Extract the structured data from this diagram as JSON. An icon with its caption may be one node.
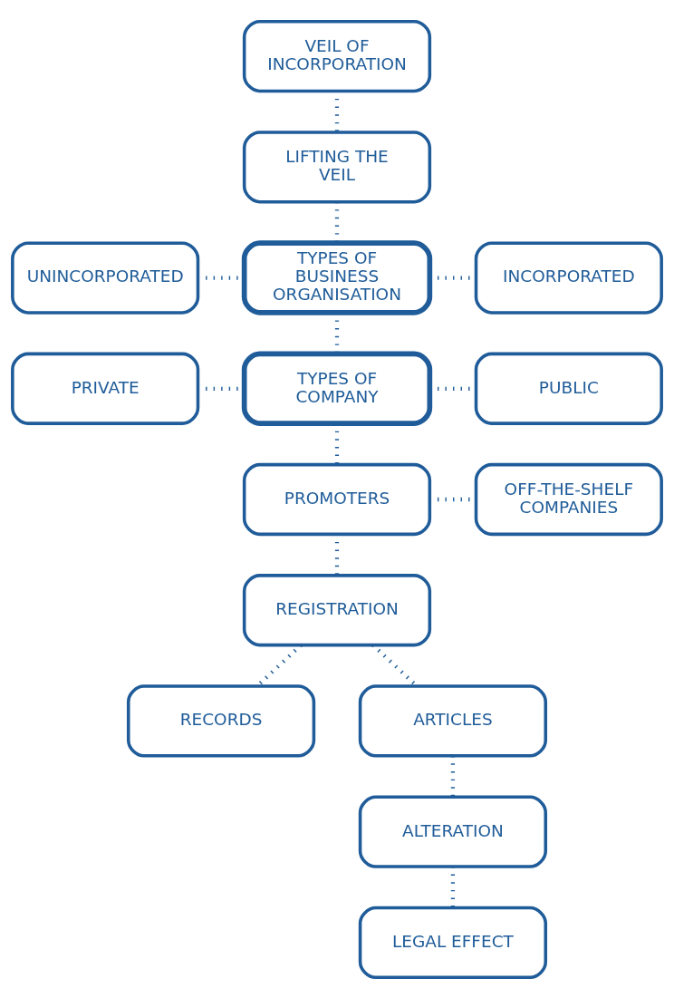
{
  "diagram": {
    "nodes": [
      {
        "text": [
          "VEIL OF INCORPORATION"
        ]
      },
      {
        "text": [
          "LIFTING THE VEIL"
        ]
      },
      {
        "text": [
          "UNINCORPORATED"
        ]
      },
      {
        "text": [
          "TYPES OF BUSINESS ORGANISATION"
        ]
      },
      {
        "text": [
          "INCORPORATED"
        ]
      },
      {
        "text": [
          "PRIVATE"
        ]
      },
      {
        "text": [
          "TYPES OF COMPANY"
        ]
      },
      {
        "text": [
          "PUBLIC"
        ]
      },
      {
        "text": [
          "PROMOTERS"
        ]
      },
      {
        "text": [
          "OFF-THE-SHELF COMPANIES"
        ]
      },
      {
        "text": [
          "REGISTRATION"
        ]
      },
      {
        "text": [
          "RECORDS"
        ]
      },
      {
        "text": [
          "ARTICLES"
        ]
      },
      {
        "text": [
          "ALTERATION"
        ]
      },
      {
        "text": [
          "LEGAL EFFECT"
        ]
      }
    ],
    "edges": [
      {
        "from": 0,
        "to": 1,
        "arrow": "none"
      },
      {
        "from": 1,
        "to": 3,
        "arrow": "none"
      },
      {
        "from": 2,
        "to": 3,
        "arrow": "none"
      },
      {
        "from": 3,
        "to": 4,
        "arrow": "none"
      },
      {
        "from": 3,
        "to": 6,
        "arrow": "none"
      },
      {
        "from": 5,
        "to": 6,
        "arrow": "none"
      },
      {
        "from": 6,
        "to": 7,
        "arrow": "none"
      },
      {
        "from": 6,
        "to": 8,
        "arrow": "none"
      },
      {
        "from": 8,
        "to": 9,
        "arrow": "none"
      },
      {
        "from": 8,
        "to": 10,
        "arrow": "none"
      },
      {
        "from": 10,
        "to": 11,
        "arrow": "none"
      },
      {
        "from": 10,
        "to": 12,
        "arrow": "none"
      },
      {
        "from": 12,
        "to": 13,
        "arrow": "none"
      },
      {
        "from": 13,
        "to": 14,
        "arrow": "none"
      }
    ]
  }
}
